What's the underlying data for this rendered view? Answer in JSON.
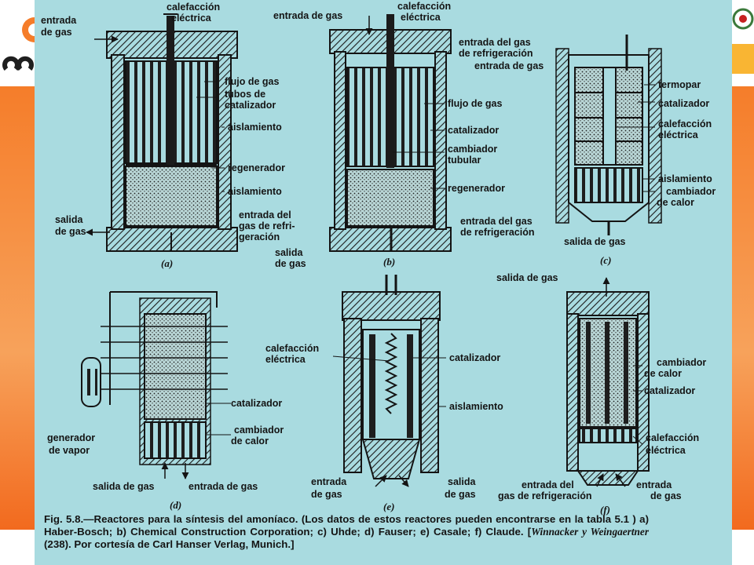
{
  "labels": {
    "a": {
      "entrada_gas": [
        "entrada",
        "de gas"
      ],
      "calefaccion": [
        "calefacción",
        "eléctrica"
      ],
      "flujo_gas": "flujo de gas",
      "tubos": [
        "tubos de",
        "catalizador"
      ],
      "aislamiento1": "aislamiento",
      "regenerador": "regenerador",
      "aislamiento2": "aislamiento",
      "salida_gas": [
        "salida",
        "de gas"
      ],
      "entrada_refri": [
        "entrada del",
        "gas de refri-",
        "geración"
      ],
      "salida_gas2": [
        "salida",
        "de gas"
      ],
      "panel": "(a)"
    },
    "b": {
      "entrada_gas": "entrada de gas",
      "calefaccion": [
        "calefacción",
        "eléctrica"
      ],
      "flujo_gas": "flujo de gas",
      "catalizador": "catalizador",
      "cambiador": [
        "cambiador",
        "tubular"
      ],
      "regenerador": "regenerador",
      "entrada_refri": [
        "entrada del gas",
        "de refrigeración"
      ],
      "panel": "(b)"
    },
    "c": {
      "entrada_refri": [
        "entrada del gas",
        "de refrigeración"
      ],
      "entrada_gas": "entrada de gas",
      "termopar": "termopar",
      "catalizador": "catalizador",
      "calefaccion": [
        "calefacción",
        "eléctrica"
      ],
      "aislamiento": "aislamiento",
      "cambiador": [
        "cambiador",
        "de calor"
      ],
      "salida_gas": "salida de gas",
      "panel": "(c)"
    },
    "d": {
      "generador": [
        "generador",
        "de vapor"
      ],
      "catalizador": "catalizador",
      "cambiador": [
        "cambiador",
        "de calor"
      ],
      "salida_gas": "salida de gas",
      "entrada_gas": "entrada de gas",
      "panel": "(d)"
    },
    "e": {
      "calefaccion": [
        "calefacción",
        "eléctrica"
      ],
      "catalizador": "catalizador",
      "aislamiento": "aislamiento",
      "entrada_gas": [
        "entrada",
        "de gas"
      ],
      "salida_gas": [
        "salida",
        "de gas"
      ],
      "panel": "(e)"
    },
    "f": {
      "salida_gas": "salida de gas",
      "cambiador": [
        "cambiador",
        "de calor"
      ],
      "catalizador": "catalizador",
      "calefaccion": [
        "calefacción",
        "eléctrica"
      ],
      "entrada_refri": [
        "entrada del",
        "gas de refrigeración"
      ],
      "entrada_gas": [
        "entrada",
        "de gas"
      ],
      "panel": "(f)"
    }
  },
  "caption": {
    "lead": "Fig. 5.8.",
    "text": "—Reactores para la síntesis del amoníaco. (Los datos de estos reactores pueden encontrarse en la tabla 5.1 ) a) Haber-Bosch; b) Chemical Construction Corporation; c) Uhde; d) Fauser; e) Casale; f) Claude. [",
    "authors": "Winnacker y Weingaertner",
    "tail": " (238). Por cortesía de Carl Hanser Verlag, Munich.]"
  },
  "colors": {
    "slide_bg": "#a9dbe0",
    "ink": "#141414",
    "accent": "#f57d2a"
  }
}
